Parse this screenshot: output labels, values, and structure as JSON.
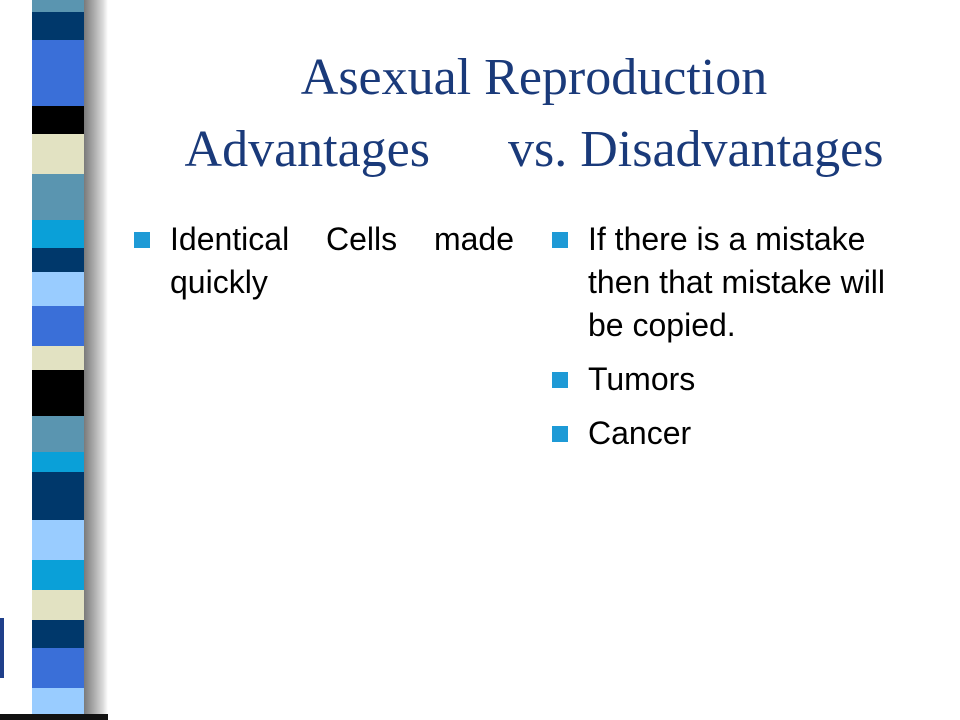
{
  "slide": {
    "title_line1": "Asexual Reproduction",
    "title_line2": "Advantages      vs. Disadvantages",
    "advantages": [
      "Identical Cells made quickly"
    ],
    "disadvantages": [
      "If there is a mistake then that mistake will be copied.",
      "Tumors",
      "Cancer"
    ]
  },
  "theme": {
    "title_color": "#1a3a7a",
    "bullet_color": "#1e9ad6",
    "strip_colors": [
      "#00386b",
      "#3a6fd8",
      "#5a95b0",
      "#e2e2c2",
      "#0aa0d8",
      "#000000",
      "#99ccff"
    ]
  }
}
